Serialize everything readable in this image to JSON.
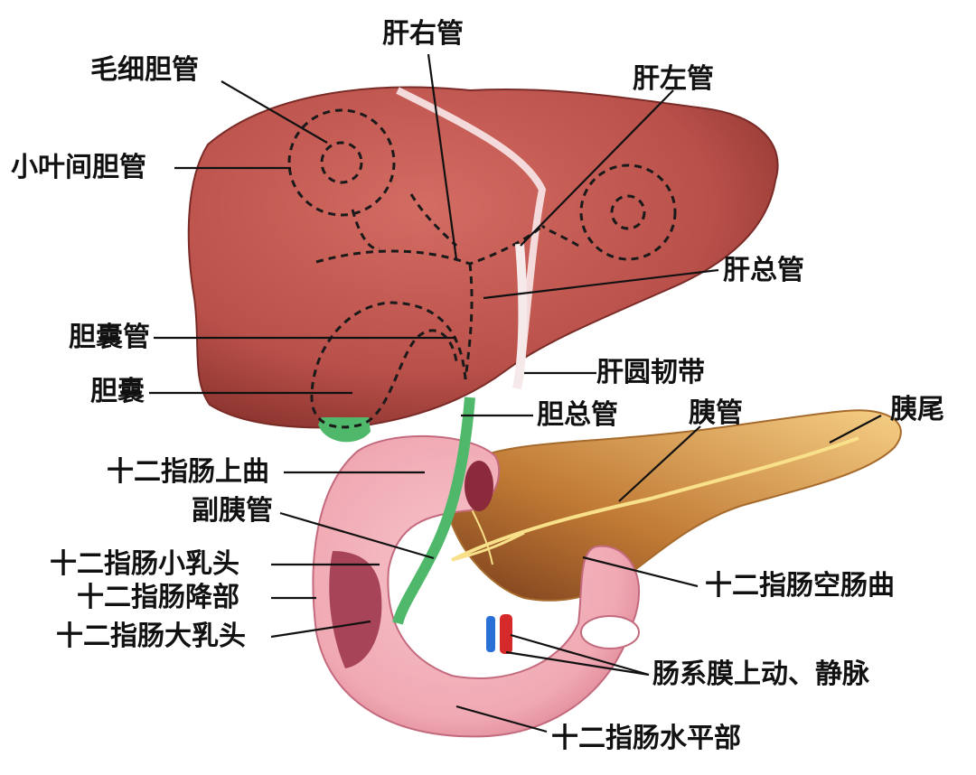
{
  "labels": {
    "capillary_bile_duct": "毛细胆管",
    "right_hepatic_duct": "肝右管",
    "left_hepatic_duct": "肝左管",
    "interlobular_bile_duct": "小叶间胆管",
    "common_hepatic_duct": "肝总管",
    "cystic_duct": "胆囊管",
    "round_ligament": "肝圆韧带",
    "gallbladder": "胆囊",
    "common_bile_duct": "胆总管",
    "pancreatic_duct": "胰管",
    "pancreas_tail": "胰尾",
    "superior_duodenal_flexure": "十二指肠上曲",
    "accessory_pancreatic_duct": "副胰管",
    "minor_duodenal_papilla": "十二指肠小乳头",
    "descending_duodenum": "十二指肠降部",
    "duodenojejunal_flexure": "十二指肠空肠曲",
    "major_duodenal_papilla": "十二指肠大乳头",
    "superior_mesenteric_vessels": "肠系膜上动、静脉",
    "horizontal_duodenum": "十二指肠水平部"
  },
  "colors": {
    "liver": "#b9504a",
    "liver_dark": "#8e3530",
    "gallbladder_duct": "#4fb86a",
    "duodenum": "#f0a9b3",
    "duodenum_dark": "#d97d8e",
    "pancreas": "#e8a85a",
    "pancreas_light": "#f6cf86",
    "artery": "#d62a2a",
    "vein": "#2a6fd6"
  }
}
